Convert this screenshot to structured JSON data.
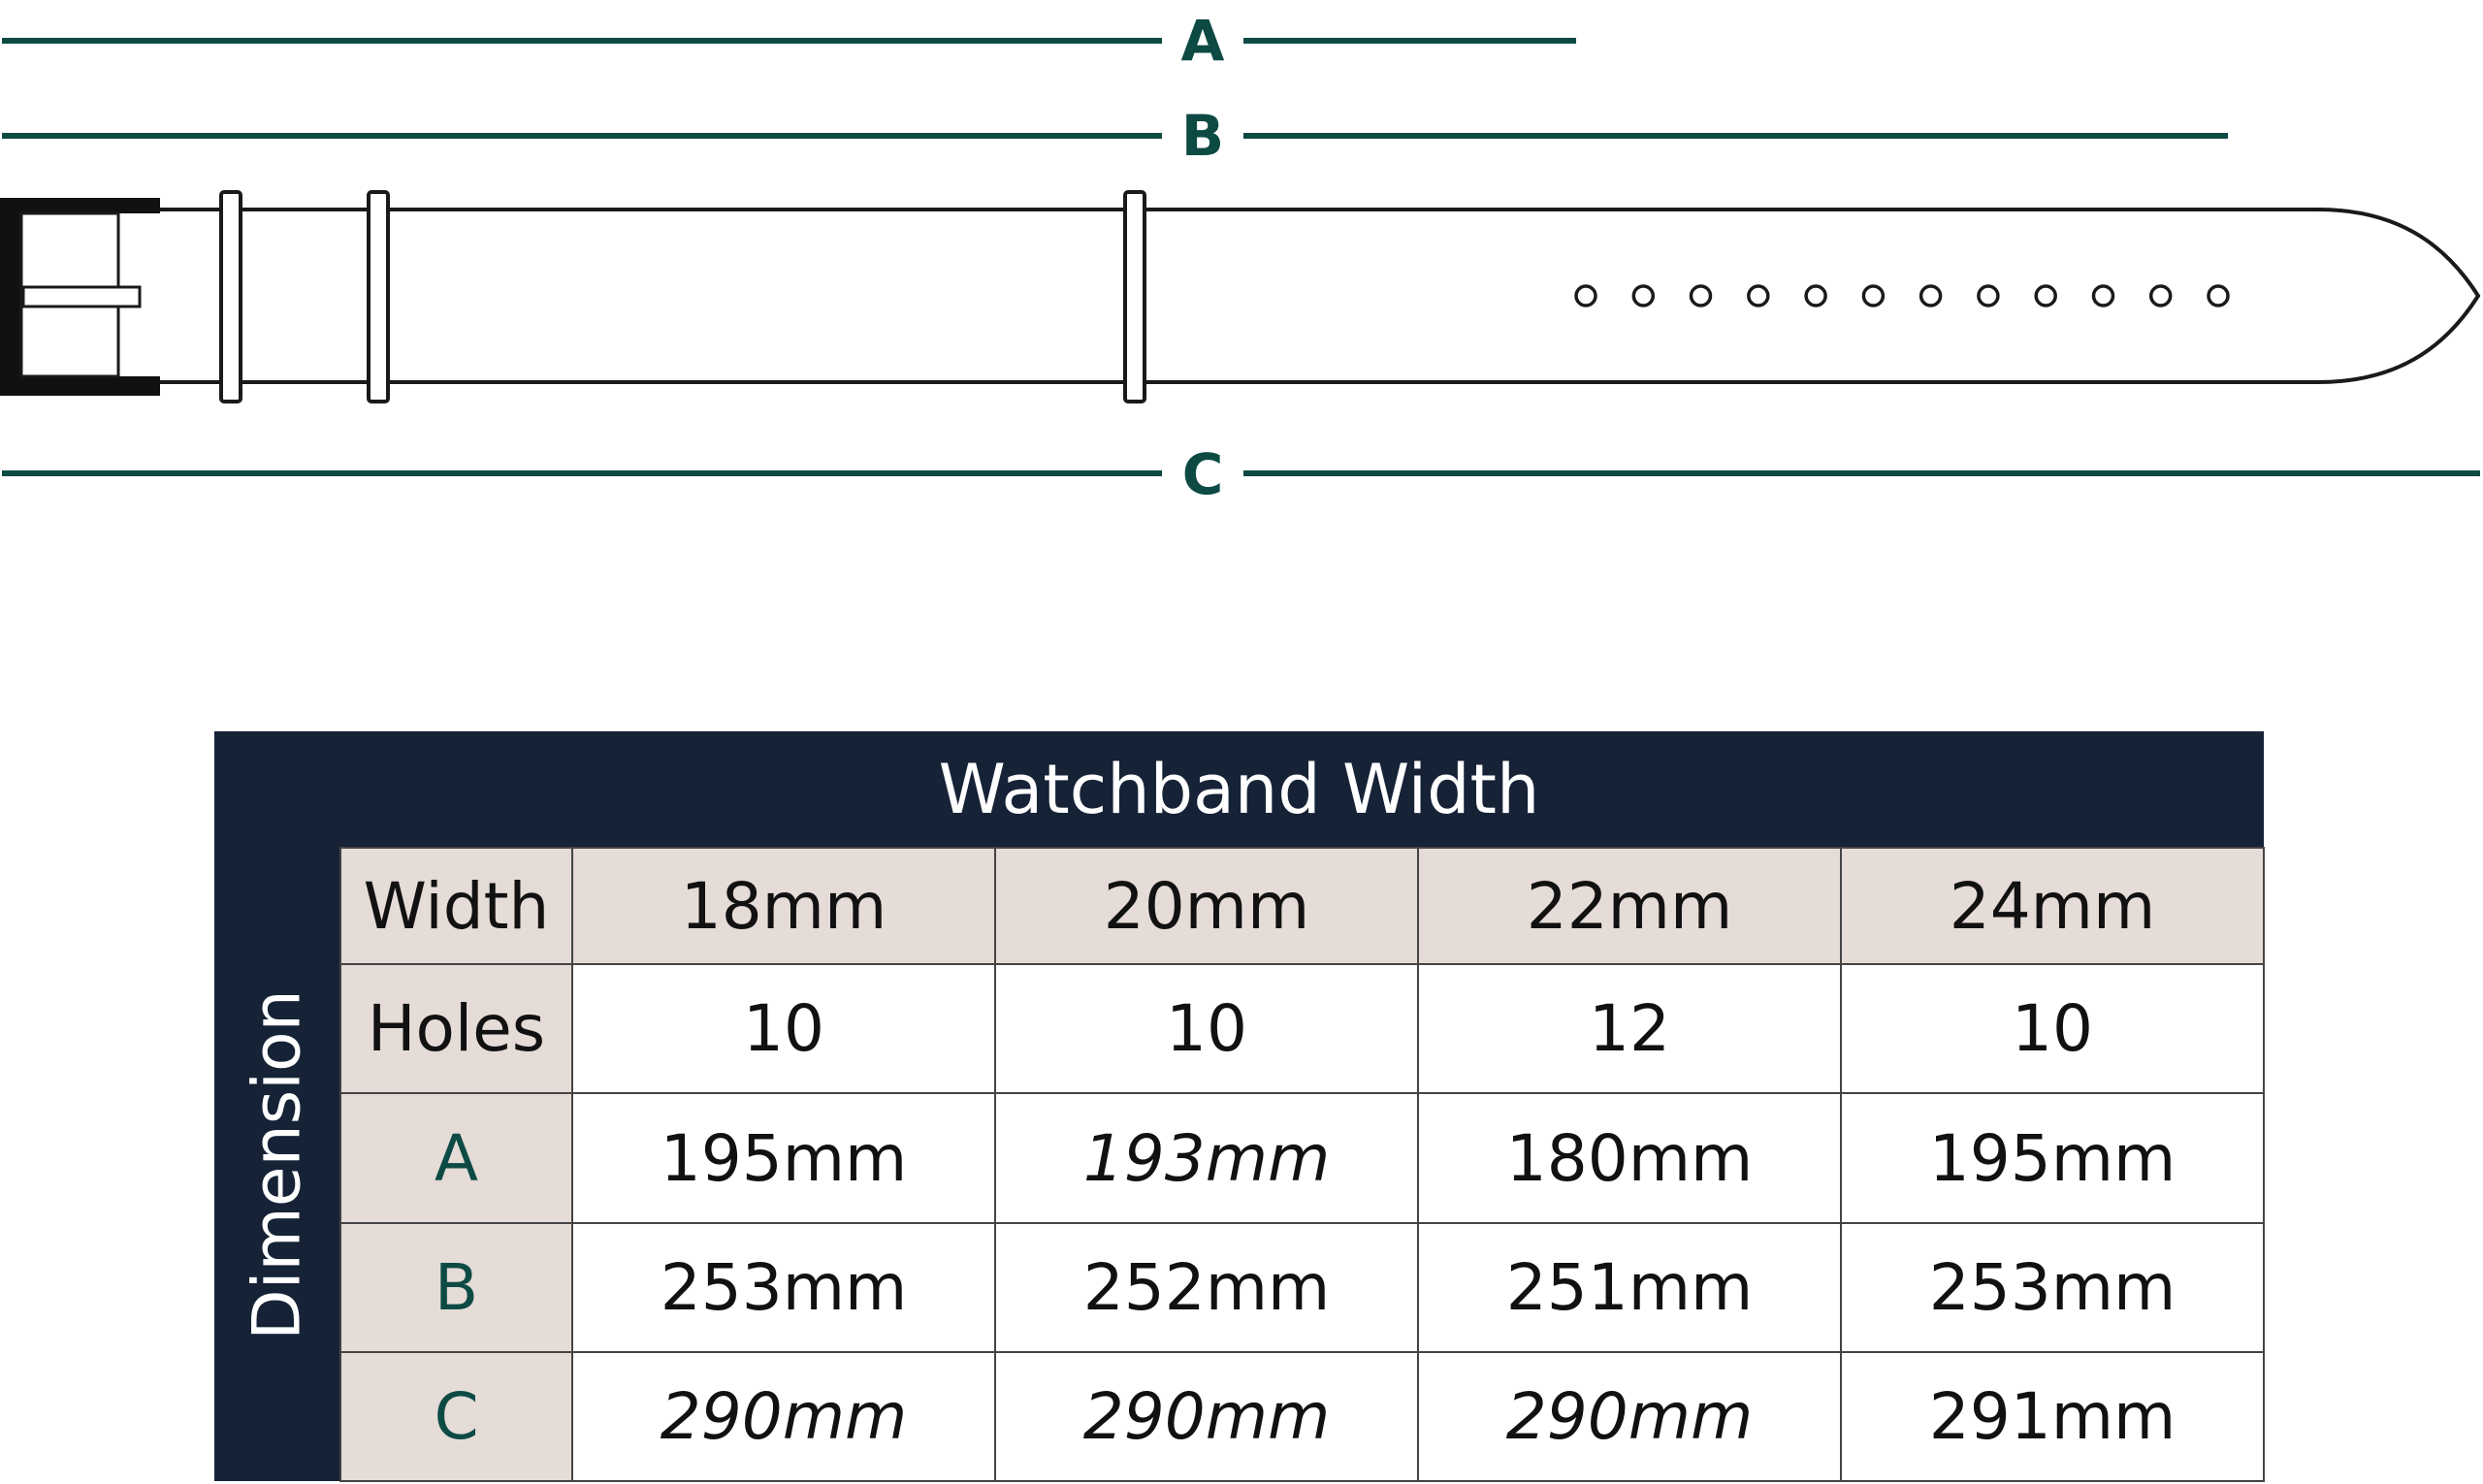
{
  "diagram": {
    "labels": {
      "a": "A",
      "b": "B",
      "c": "C"
    },
    "hole_count": 12,
    "colors": {
      "dimension_line": "#0d4a44",
      "outline": "#1a1a1a"
    }
  },
  "table": {
    "header": "Watchband Width",
    "side_label": "Dimension",
    "rows": [
      {
        "label": "Width",
        "values": [
          "18mm",
          "20mm",
          "22mm",
          "24mm"
        ]
      },
      {
        "label": "Holes",
        "values": [
          "10",
          "10",
          "12",
          "10"
        ]
      },
      {
        "label": "A",
        "values": [
          "195mm",
          "193mm",
          "180mm",
          "195mm"
        ]
      },
      {
        "label": "B",
        "values": [
          "253mm",
          "252mm",
          "251mm",
          "253mm"
        ]
      },
      {
        "label": "C",
        "values": [
          "290mm",
          "290mm",
          "290mm",
          "291mm"
        ]
      }
    ],
    "colors": {
      "header_bg": "#162236",
      "label_bg": "#e5dbd7",
      "accent": "#0d4a44"
    }
  }
}
